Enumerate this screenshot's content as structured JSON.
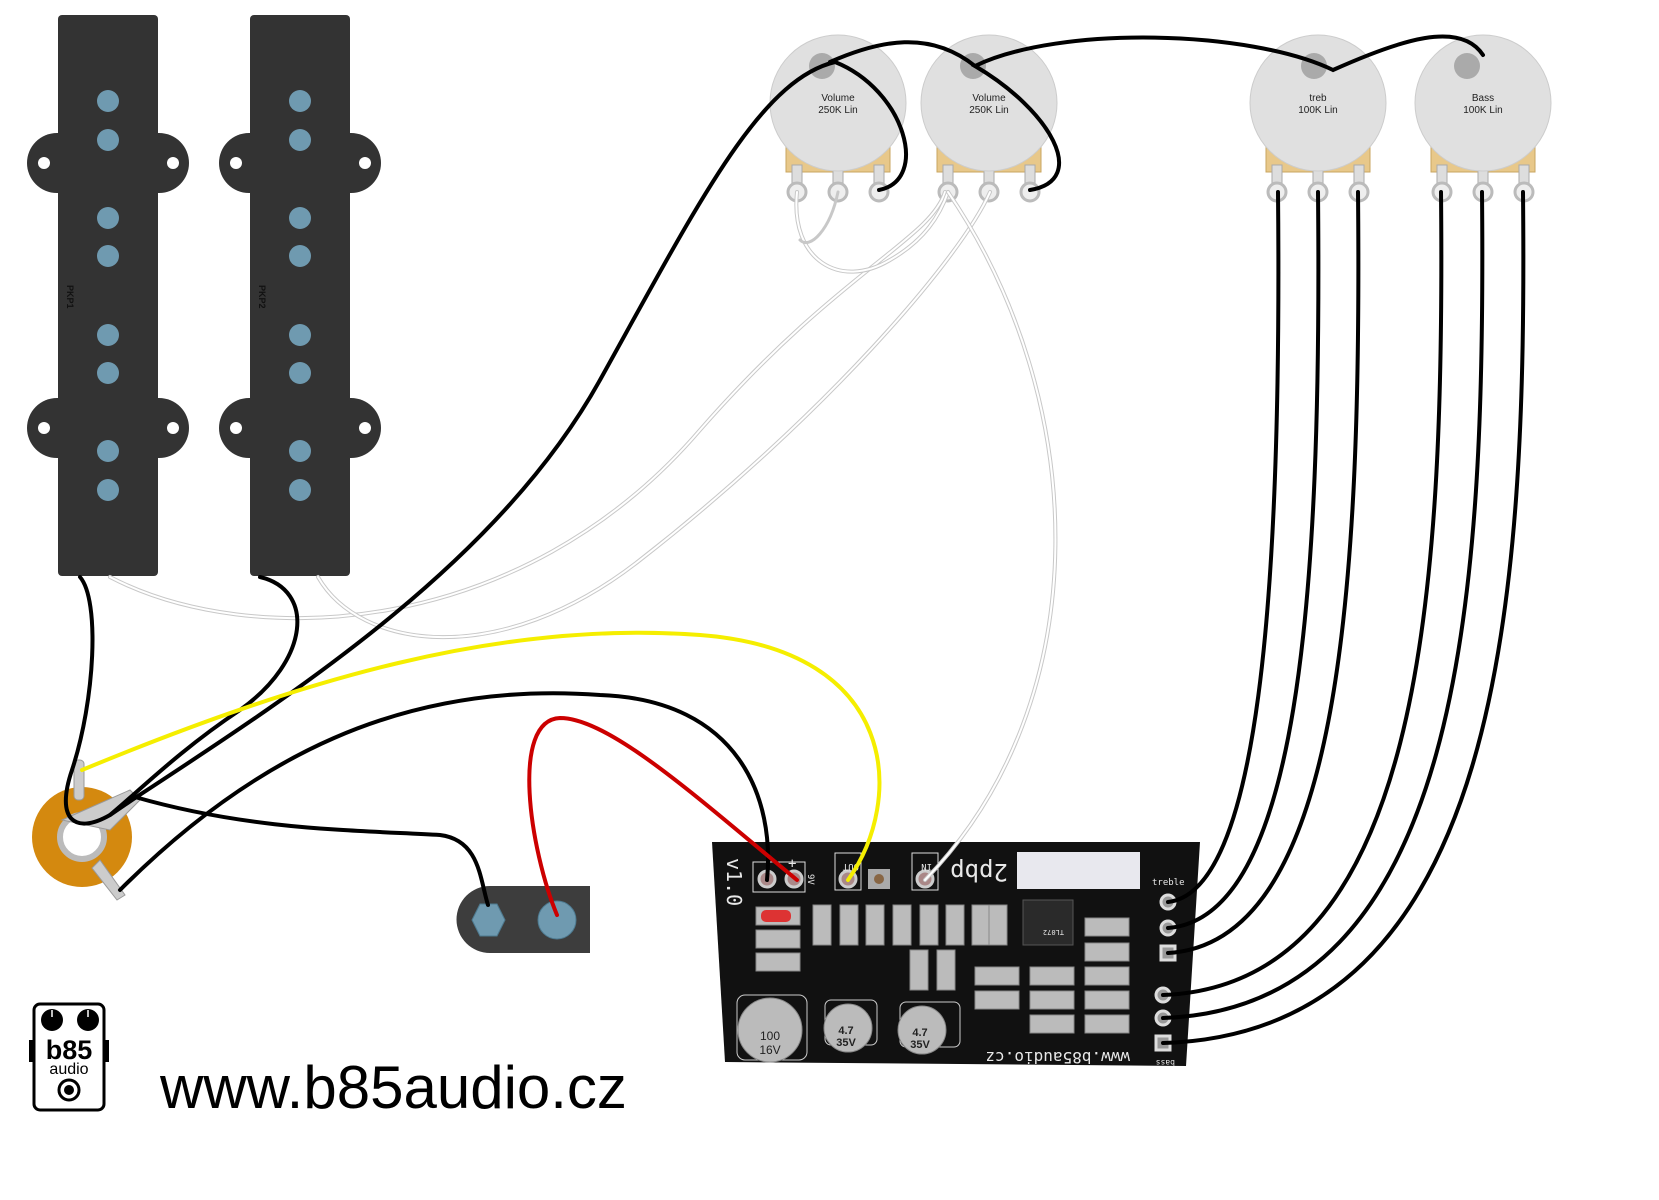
{
  "pickups": [
    {
      "label": "PKP1"
    },
    {
      "label": "PKP2"
    }
  ],
  "pots": [
    {
      "name": "Volume",
      "value": "250K Lin"
    },
    {
      "name": "Volume",
      "value": "250K Lin"
    },
    {
      "name": "treb",
      "value": "100K Lin"
    },
    {
      "name": "Bass",
      "value": "100K Lin"
    }
  ],
  "pcb": {
    "version": "v1.0",
    "power_label": "9V",
    "minus": "–",
    "plus": "+",
    "out_label": "OUT",
    "in_label": "IN",
    "model": "2pbp",
    "treble_label": "treble",
    "bass_label": "bass",
    "url": "www.b85audio.cz",
    "cap_big": [
      "100",
      "16V"
    ],
    "cap_small": [
      "4.7",
      "35V"
    ],
    "ic": "TL072"
  },
  "logo": {
    "line1": "b85",
    "line2": "audio"
  },
  "footer": {
    "url": "www.b85audio.cz"
  },
  "colors": {
    "pickup": "#333333",
    "pole": "#6f9ab0",
    "pot": "#e0e0e0",
    "brass": "#e8c88a",
    "jack": "#d4890f",
    "pcb": "#111111",
    "wire_black": "#000000",
    "wire_red": "#cc0000",
    "wire_yellow": "#f5ee00",
    "wire_white": "#ffffff"
  }
}
